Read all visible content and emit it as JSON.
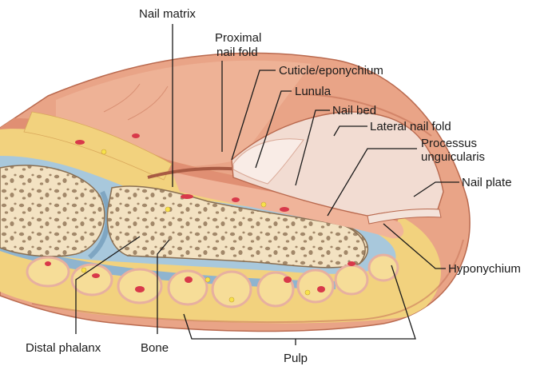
{
  "labels": {
    "nail_matrix": "Nail matrix",
    "proximal_nail_fold_1": "Proximal",
    "proximal_nail_fold_2": "nail fold",
    "cuticle": "Cuticle/eponychium",
    "lunula": "Lunula",
    "nail_bed": "Nail bed",
    "lateral_nail_fold": "Lateral nail fold",
    "processus_1": "Processus",
    "processus_2": "unguicularis",
    "nail_plate": "Nail plate",
    "hyponychium": "Hyponychium",
    "distal_phalanx": "Distal phalanx",
    "bone": "Bone",
    "pulp": "Pulp"
  },
  "colors": {
    "skin": "#e9a487",
    "skin_dark": "#c9785c",
    "skin_light": "#f6c9b0",
    "fat": "#f2d27e",
    "fat_cell": "#f6dd98",
    "bone": "#f3e2c2",
    "bone_pore": "#a2886a",
    "nail": "#f2dcd2",
    "connective": "#a8c8dc",
    "vessel": "#d8394a",
    "line": "#1a1a1a"
  }
}
